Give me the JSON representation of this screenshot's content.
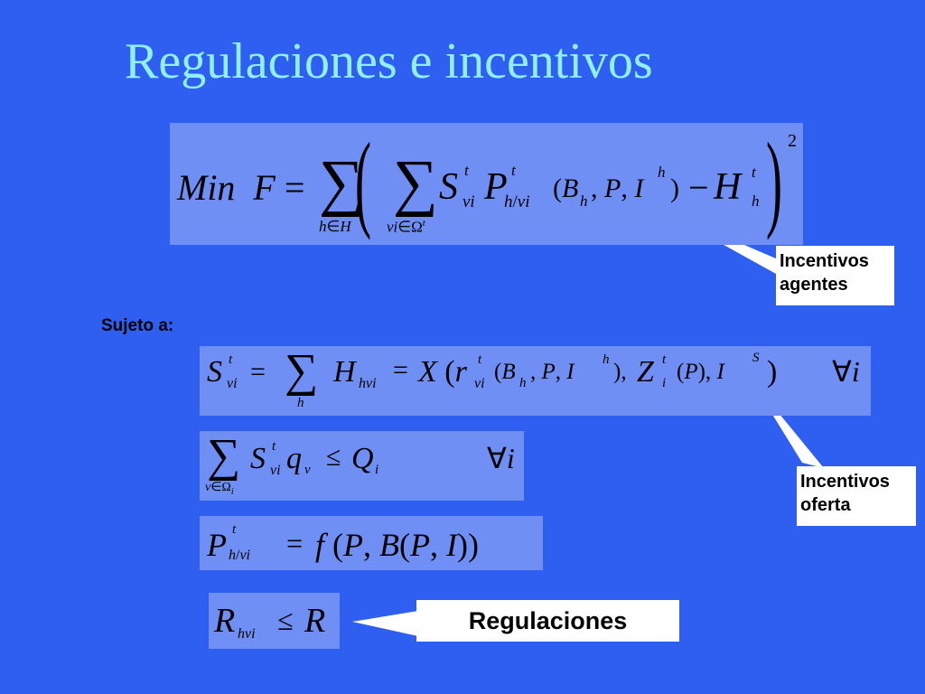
{
  "slide": {
    "title": "Regulaciones e incentivos",
    "subject_label": "Sujeto a:",
    "labels": {
      "incentivos_agentes": [
        "Incentivos",
        "agentes"
      ],
      "incentivos_oferta": [
        "Incentivos",
        "oferta"
      ],
      "regulaciones": "Regulaciones"
    }
  },
  "colors": {
    "background": "#2f5ff0",
    "title": "#8ff0ff",
    "formula_box": "#6f8ff5"
  }
}
